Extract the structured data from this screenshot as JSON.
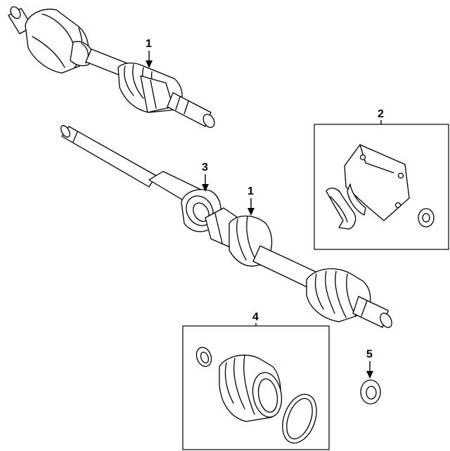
{
  "callouts": [
    {
      "id": "1a",
      "label": "1"
    },
    {
      "id": "2",
      "label": "2"
    },
    {
      "id": "3",
      "label": "3"
    },
    {
      "id": "1b",
      "label": "1"
    },
    {
      "id": "4",
      "label": "4"
    },
    {
      "id": "5",
      "label": "5"
    }
  ]
}
